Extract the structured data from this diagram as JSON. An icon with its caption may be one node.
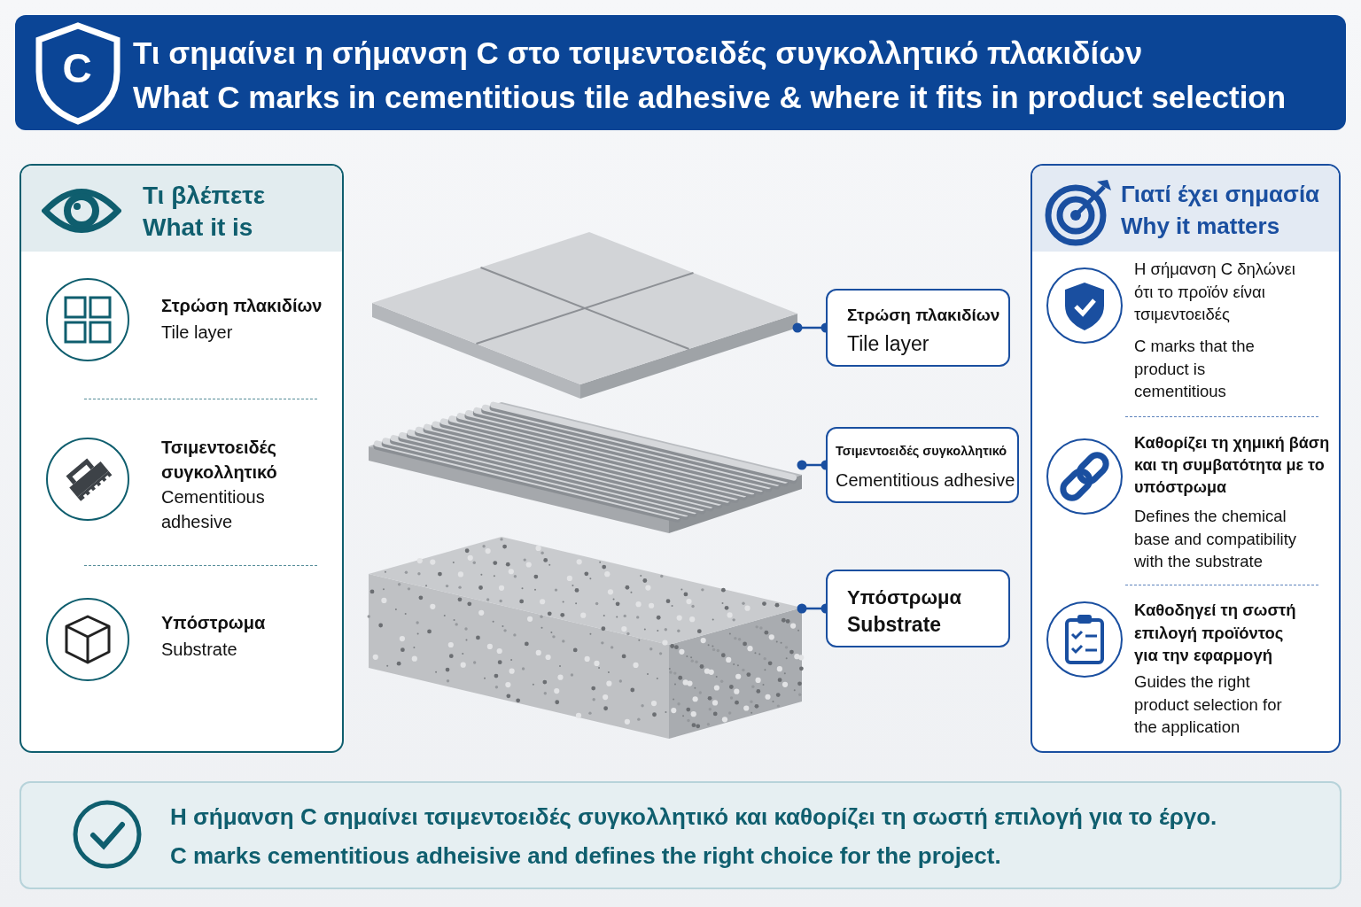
{
  "diagram": {
    "nodes": [
      {
        "text": [
          "Τι σημαίνει η σήμανση C στο τσιμεντοειδές συγκολλητικό πλακιδίων",
          "What C marks in cementitious tile adhesive & where it fits in product selection"
        ]
      },
      {
        "text": [
          "Τι βλέπετε",
          "What it is"
        ]
      },
      {
        "text": [],
        "shape": "picture"
      },
      {
        "text": [],
        "shape": "picture"
      },
      {
        "text": [],
        "shape": "picture"
      },
      {
        "text": [
          "Στρώση πλακιδίων",
          "Tile layer"
        ]
      },
      {
        "text": [
          "Τσιμεντοειδές συγκολλητικό",
          "Cementitious adhesive"
        ]
      },
      {
        "text": [
          "Υπόστρωμα",
          "Substrate"
        ]
      },
      {
        "text": [
          "Γιατί έχει σημασία",
          "Why it matters"
        ]
      },
      {
        "text": [
          "Η σήμανση C σημαίνει τσιμεντοειδές συγκολλητικό και καθορίζει τη σωστή επιλογή για το έργο.",
          "C marks cementitious adheisive and defines the right choice for the project."
        ]
      }
    ],
    "edges": [
      {
        "from": 2,
        "to": 5,
        "arrow": "other"
      },
      {
        "from": 3,
        "to": 6,
        "arrow": "other"
      },
      {
        "from": 4,
        "to": 7,
        "arrow": "other"
      }
    ],
    "labels": [
      "C",
      "Στρώση πλακιδίων",
      "Tile layer",
      "Τσιμεντοειδές συγκολλητικό",
      "Cementitious adhesive",
      "Υπόστρωμα",
      "Substrate",
      "Η σήμανση C δηλώνει ότι το προϊόν είναι τσιμεντοειδές",
      "C marks that the product is cementitious",
      "Καθορίζει τη χημική βάση και τη συμβατότητα με το υπόστρωμα",
      "Defines the chemical base and compatibility with the substrate",
      "Καθοδηγεί τη σωστή επιλογή προϊόντος για την εφαρμογή",
      "Guides the right product selection for the application"
    ]
  }
}
